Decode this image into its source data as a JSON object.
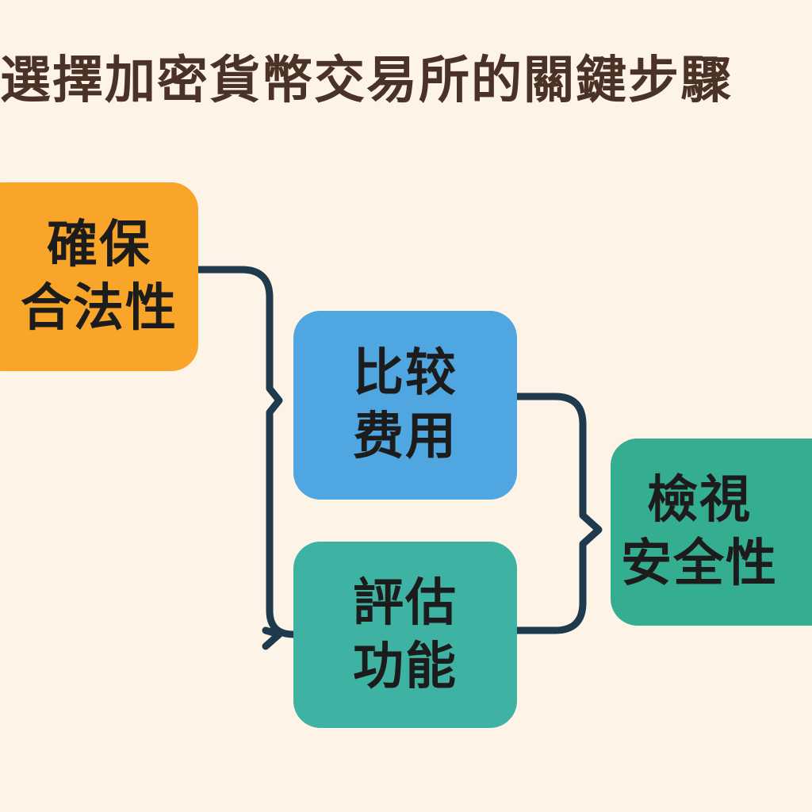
{
  "title": "選擇加密貨幣交易所的關鍵步驟",
  "steps": {
    "legal": {
      "line1": "確保",
      "line2": "合法性",
      "color": "#f8a52a"
    },
    "fees": {
      "line1": "比较",
      "line2": "费用",
      "color": "#4fa6e0"
    },
    "features": {
      "line1": "評估",
      "line2": "功能",
      "color": "#3eb3a3"
    },
    "security": {
      "line1": "檢視",
      "line2": "安全性",
      "color": "#34ad91"
    }
  },
  "connector_color": "#1f3a4c"
}
